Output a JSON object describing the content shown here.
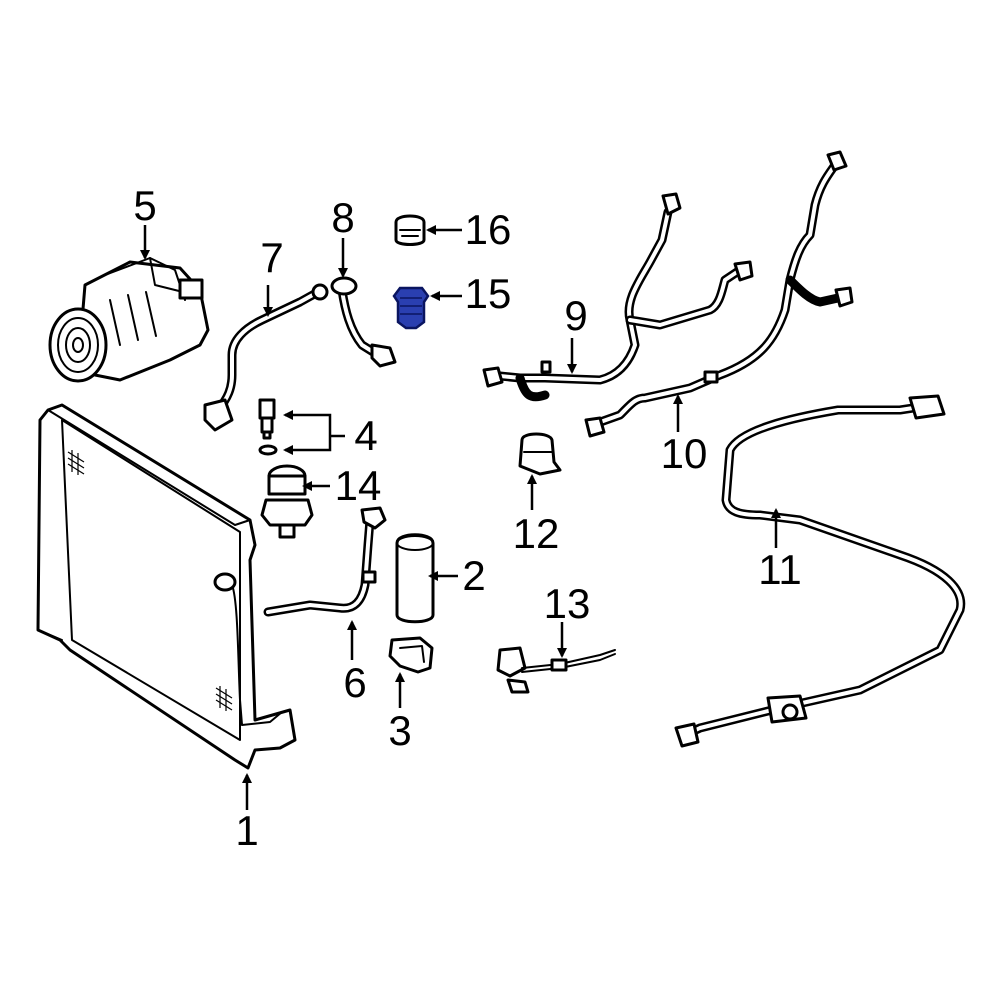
{
  "callouts": {
    "c1": "1",
    "c2": "2",
    "c3": "3",
    "c4": "4",
    "c5": "5",
    "c6": "6",
    "c7": "7",
    "c8": "8",
    "c9": "9",
    "c10": "10",
    "c11": "11",
    "c12": "12",
    "c13": "13",
    "c14": "14",
    "c15": "15",
    "c16": "16"
  },
  "colors": {
    "highlight": "#2a3fb0",
    "line": "#000000",
    "background": "#ffffff"
  }
}
